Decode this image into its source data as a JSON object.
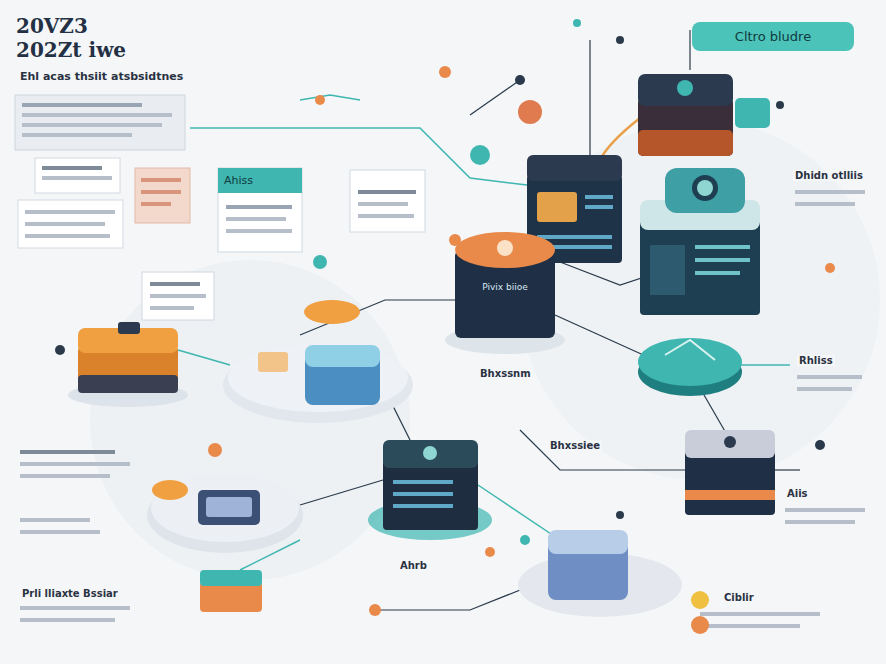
{
  "diagram": {
    "title": "20VZ3 202Zt iwe",
    "nodes": [
      {
        "text": [
          "Cltro bludre"
        ]
      },
      {
        "text": [
          "Pivix biioe"
        ]
      },
      {
        "text": [
          "Ahiss"
        ]
      }
    ],
    "labels": [
      "Ehl acas thsiit atsbsidtnes",
      "Dhidn otlliis",
      "Bhxssnm",
      "Rhliss",
      "Bhxssiee",
      "Ahrb",
      "Prli lliaxte Bssiar",
      "Aiis",
      "Ciblir"
    ]
  }
}
